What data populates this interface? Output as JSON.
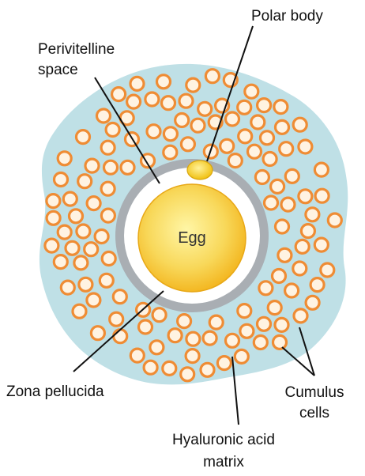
{
  "labels": {
    "polar_body": "Polar body",
    "perivitelline_1": "Perivitelline",
    "perivitelline_2": "space",
    "egg": "Egg",
    "zona_pellucida": "Zona pellucida",
    "cumulus_1": "Cumulus",
    "cumulus_2": "cells",
    "hyaluronic_1": "Hyaluronic acid",
    "hyaluronic_2": "matrix"
  },
  "colors": {
    "matrix": "#bfe0e6",
    "zona": "#a9aeb3",
    "perivitelline": "#ffffff",
    "egg_center": "#fff6a6",
    "egg_edge": "#f3b51e",
    "cell_ring": "#ef8c34",
    "cell_core": "#fff3e2",
    "polar_body": "#f5d31d",
    "line": "#111111"
  }
}
